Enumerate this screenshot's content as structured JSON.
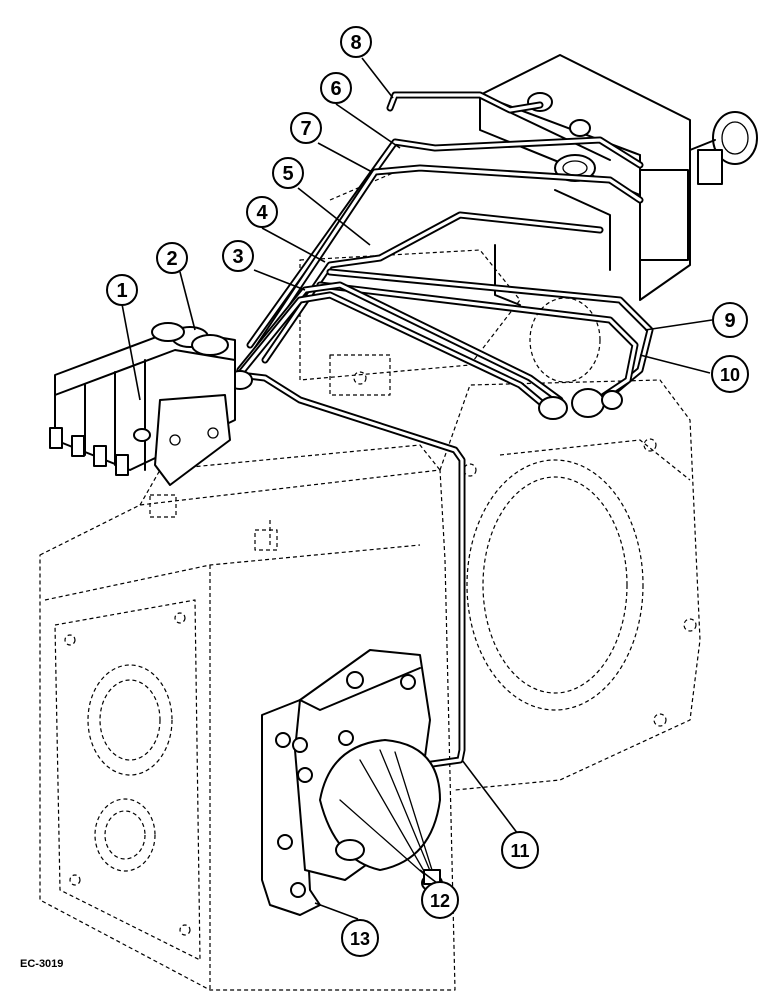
{
  "figure_code": "EC-3019",
  "callouts": [
    {
      "label": "1"
    },
    {
      "label": "2"
    },
    {
      "label": "3"
    },
    {
      "label": "4"
    },
    {
      "label": "5"
    },
    {
      "label": "6"
    },
    {
      "label": "7"
    },
    {
      "label": "8"
    },
    {
      "label": "9"
    },
    {
      "label": "10"
    },
    {
      "label": "11"
    },
    {
      "label": "12"
    },
    {
      "label": "13"
    }
  ]
}
